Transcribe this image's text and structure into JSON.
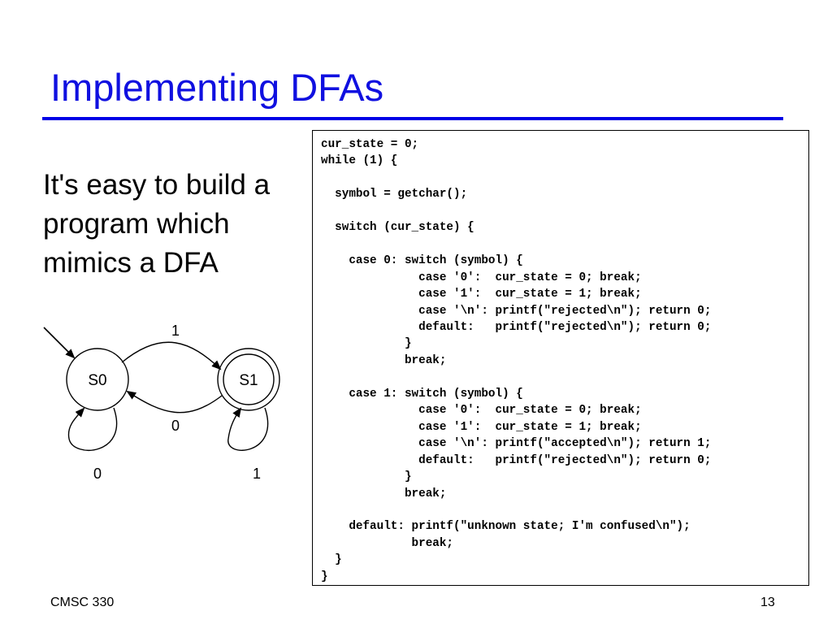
{
  "slide": {
    "title": "Implementing DFAs",
    "intro": "It's easy to build a program which mimics a DFA"
  },
  "code_lines": [
    "cur_state = 0;",
    "while (1) {",
    "",
    "  symbol = getchar();",
    "",
    "  switch (cur_state) {",
    "",
    "    case 0: switch (symbol) {",
    "              case '0':  cur_state = 0; break;",
    "              case '1':  cur_state = 1; break;",
    "              case '\\n': printf(\"rejected\\n\"); return 0;",
    "              default:   printf(\"rejected\\n\"); return 0;",
    "            }",
    "            break;",
    "",
    "    case 1: switch (symbol) {",
    "              case '0':  cur_state = 0; break;",
    "              case '1':  cur_state = 1; break;",
    "              case '\\n': printf(\"accepted\\n\"); return 1;",
    "              default:   printf(\"rejected\\n\"); return 0;",
    "            }",
    "            break;",
    "",
    "    default: printf(\"unknown state; I'm confused\\n\");",
    "             break;",
    "  }",
    "}"
  ],
  "dfa": {
    "states": {
      "s0": "S0",
      "s1": "S1"
    },
    "edge_labels": {
      "s0_to_s1": "1",
      "s1_to_s0": "0",
      "s0_self": "0",
      "s1_self": "1"
    }
  },
  "footer": {
    "course": "CMSC 330",
    "page_number": "13"
  }
}
